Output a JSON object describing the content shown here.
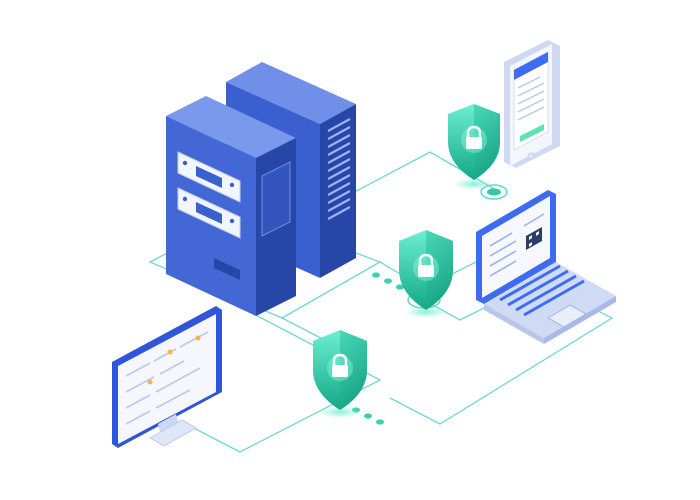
{
  "illustration": {
    "server": {
      "name": "server-rack"
    },
    "shields": [
      {
        "name": "lock-shield-phone"
      },
      {
        "name": "lock-shield-laptop"
      },
      {
        "name": "lock-shield-monitor"
      }
    ],
    "devices": {
      "phone": {},
      "laptop": {},
      "monitor": {}
    },
    "colors": {
      "network_line": "#5ed3c9",
      "shield_top": "#5de6c5",
      "shield_bottom": "#17b08f",
      "server_front": "#3a5fcf",
      "server_side": "#2747a8",
      "server_top": "#6f8fe8",
      "screen_blue": "#3d6cf0",
      "device_body": "#dfe6f7"
    }
  }
}
